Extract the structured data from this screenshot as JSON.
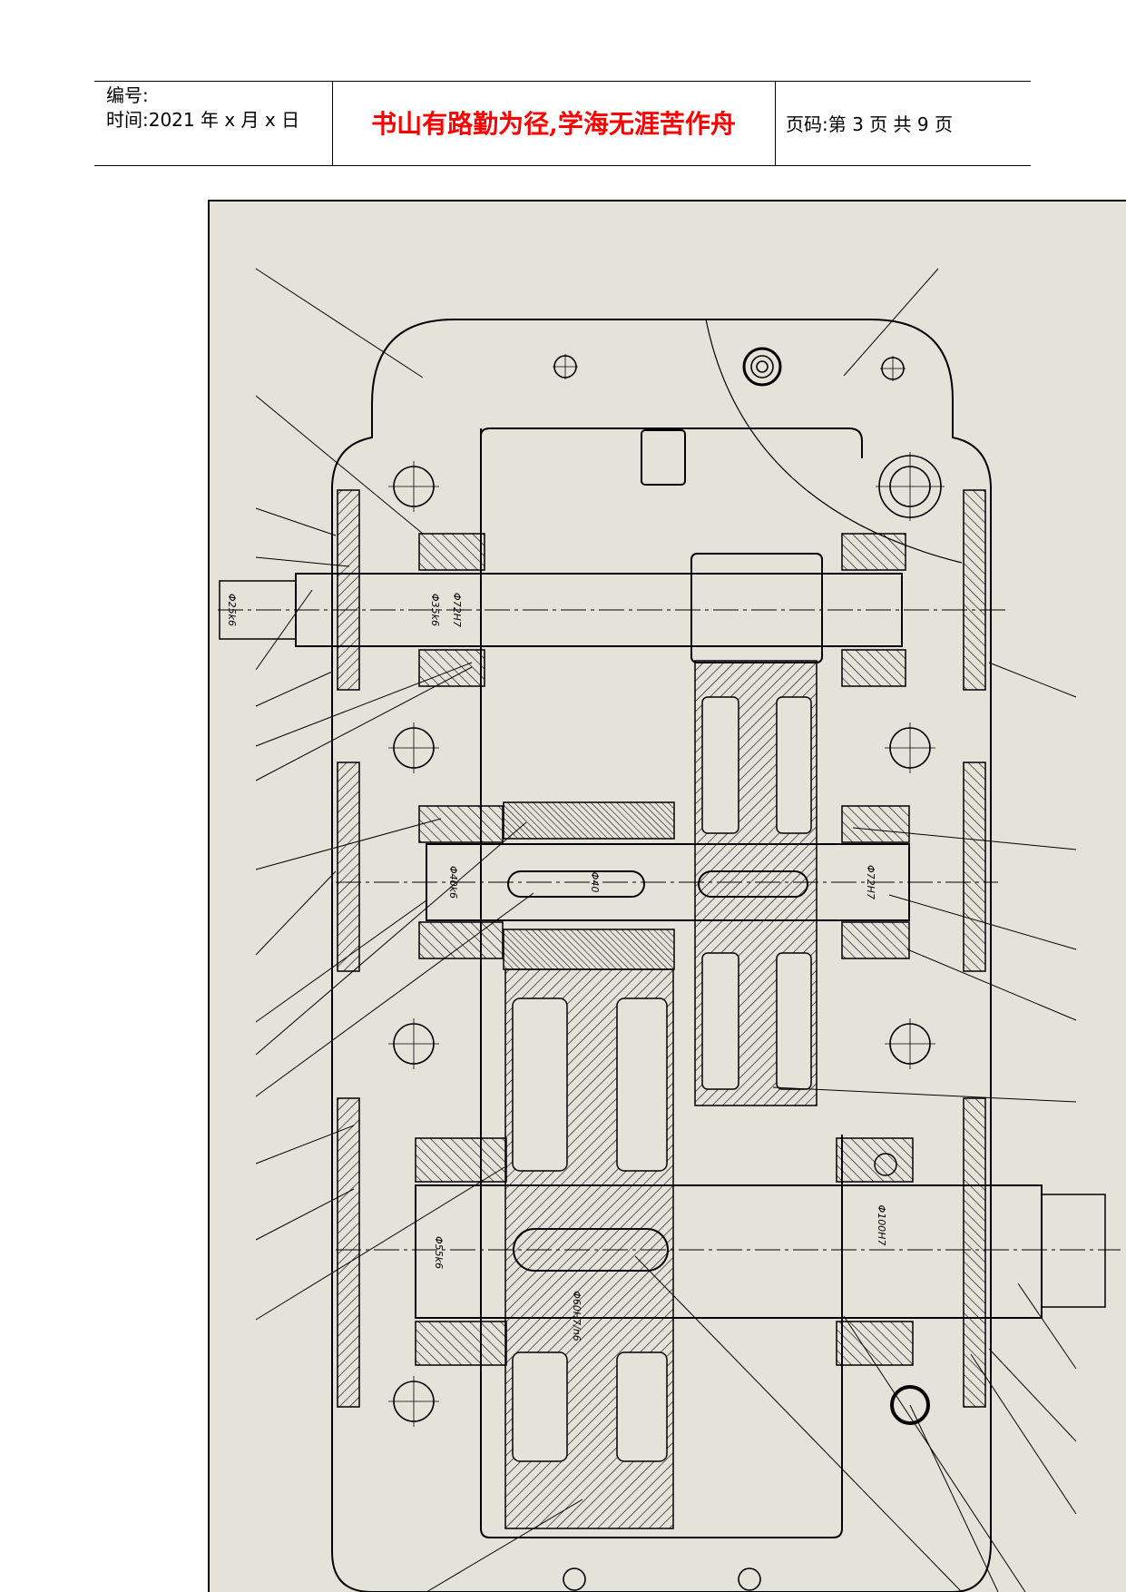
{
  "header": {
    "serial_label": "编号:",
    "date_label": "时间:2021 年 x 月 x 日",
    "motto": "书山有路勤为径,学海无涯苦作舟",
    "page_label": "页码:第 3 页 共 9 页"
  },
  "drawing": {
    "dimension_labels": [
      "Φ25k6",
      "Φ72H7",
      "Φ35k6",
      "Φ40k6",
      "Φ40",
      "Φ72H7",
      "Φ100H7",
      "Φ55k6",
      "Φ60H7/n6"
    ],
    "colors": {
      "paper": "#e4e3da",
      "line": "#000000",
      "motto": "#ff0000"
    }
  }
}
